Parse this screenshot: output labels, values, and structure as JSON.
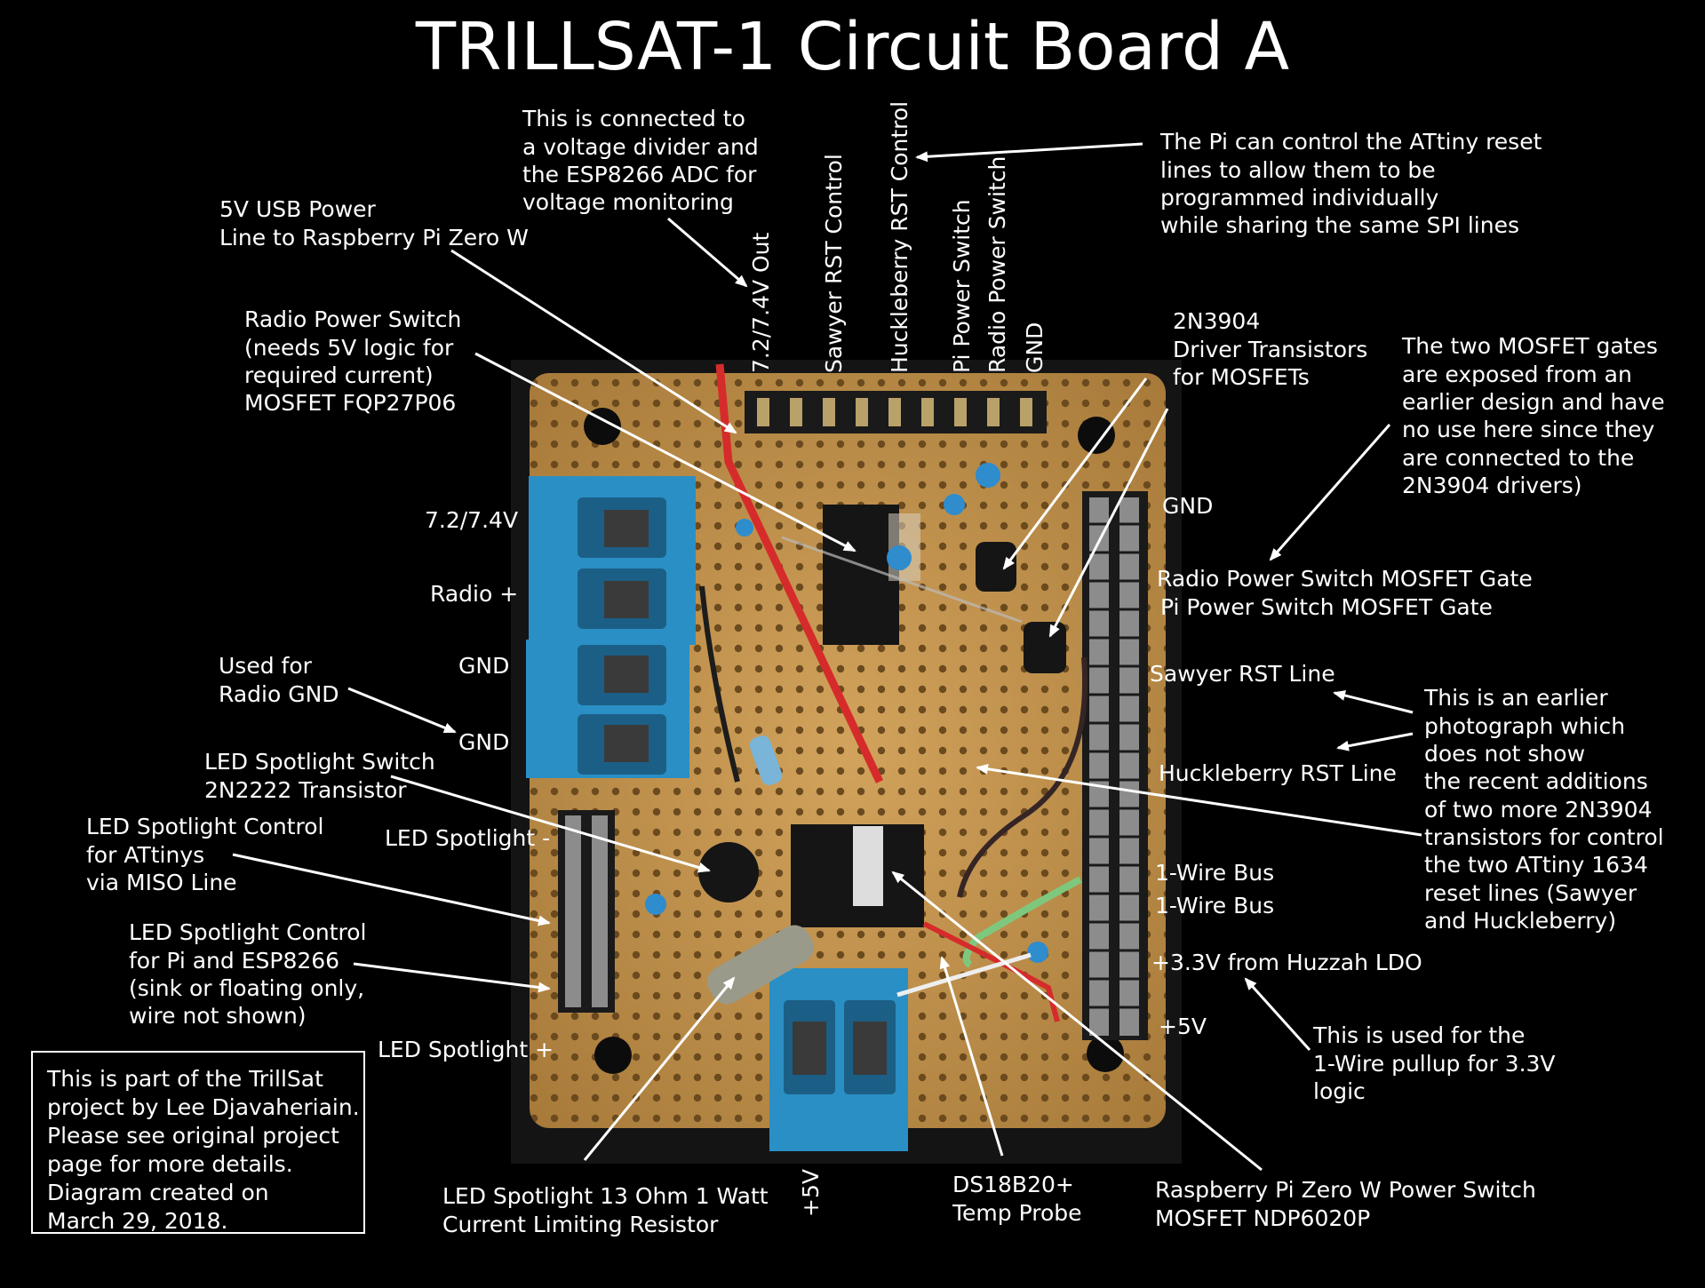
{
  "title": "TRILLSAT-1 Circuit Board A",
  "annotations": {
    "voltage_divider": [
      "This is connected to",
      "a voltage divider and",
      "the ESP8266 ADC for",
      "voltage monitoring"
    ],
    "usb_power": [
      "5V USB Power",
      "Line to Raspberry Pi Zero W"
    ],
    "radio_switch": [
      "Radio Power Switch",
      "(needs 5V logic for",
      "required current)",
      "MOSFET FQP27P06"
    ],
    "pi_reset": [
      "The Pi can control the ATtiny reset",
      "lines to allow them to be",
      "programmed individually",
      "while sharing the same SPI lines"
    ],
    "driver_transistors": [
      "2N3904",
      "Driver Transistors",
      "for MOSFETs"
    ],
    "mosfet_gates_note": [
      "The two MOSFET gates",
      "are exposed from an",
      "earlier design and have",
      "no use here since they",
      "are connected to the",
      "2N3904 drivers)"
    ],
    "radio_gnd": [
      "Used for",
      "Radio GND"
    ],
    "led_switch": [
      "LED Spotlight Switch",
      "2N2222 Transistor"
    ],
    "led_attiny": [
      "LED Spotlight Control",
      "for ATtinys",
      "via MISO Line"
    ],
    "led_pi": [
      "LED Spotlight Control",
      "for Pi and ESP8266",
      "(sink or floating only,",
      "wire not shown)"
    ],
    "earlier_photo": [
      "This is an earlier",
      "photograph which",
      "does not show",
      "the recent additions",
      "of two more 2N3904",
      "transistors for control",
      "the two ATtiny 1634",
      "reset lines (Sawyer",
      "and Huckleberry)"
    ],
    "pullup": [
      "This is used for the",
      "1-Wire pullup for 3.3V",
      "logic"
    ],
    "resistor": [
      "LED Spotlight 13 Ohm 1 Watt",
      "Current Limiting Resistor"
    ],
    "temp_probe": [
      "DS18B20+",
      "Temp Probe"
    ],
    "pi_switch": [
      "Raspberry Pi Zero W Power Switch",
      "MOSFET NDP6020P"
    ],
    "credit": [
      "This is part of the TrillSat",
      "project by Lee Djavaheriain.",
      "Please see original project",
      "page for more details.",
      "Diagram created on",
      "March 29, 2018."
    ]
  },
  "top_pins": [
    "7.2/7.4V Out",
    "Sawyer RST Control",
    "Huckleberry RST Control",
    "Pi Power Switch",
    "Radio Power Switch",
    "GND"
  ],
  "left_terminals": [
    "7.2/7.4V",
    "Radio +",
    "GND",
    "GND",
    "LED Spotlight -",
    "LED Spotlight +"
  ],
  "right_pins": {
    "gnd": "GND",
    "radio_gate": "Radio Power Switch MOSFET Gate",
    "pi_gate": "Pi Power Switch MOSFET Gate",
    "sawyer": "Sawyer RST Line",
    "huckleberry": "Huckleberry RST Line",
    "onewire1": "1-Wire Bus",
    "onewire2": "1-Wire Bus",
    "v33": "+3.3V from Huzzah LDO",
    "v5": "+5V"
  },
  "bottom_terminal": "+5V",
  "colors": {
    "board": "#c89a52",
    "terminal_blue": "#2a8fc4",
    "header": "#1a1a1a",
    "background": "#000000"
  }
}
